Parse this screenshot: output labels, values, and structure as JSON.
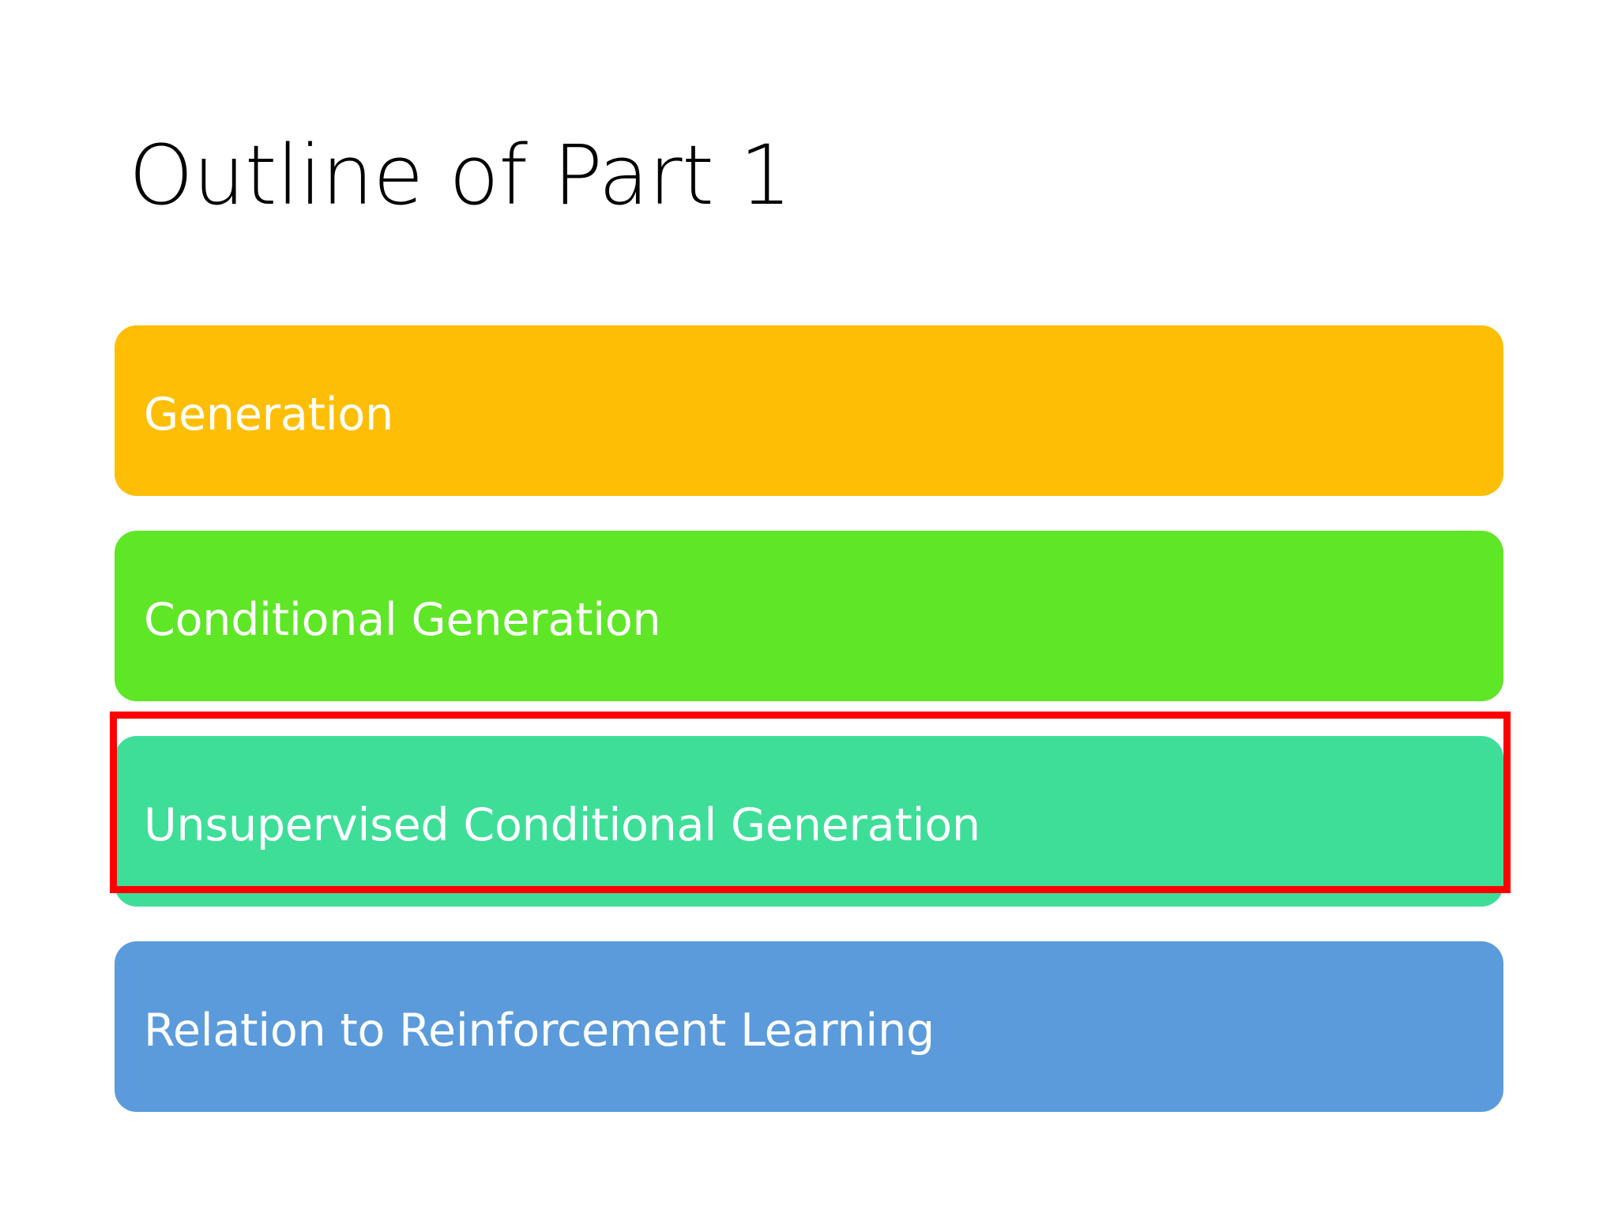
{
  "slide": {
    "title": "Outline of Part 1",
    "background_color": "#ffffff",
    "title_color": "#000000",
    "label_color": "#ffffff"
  },
  "outline": {
    "items": [
      {
        "label": "Generation",
        "color": "#ffbe06",
        "highlighted": false
      },
      {
        "label": "Conditional Generation",
        "color": "#5fe627",
        "highlighted": false
      },
      {
        "label": "Unsupervised Conditional Generation",
        "color": "#3ede99",
        "highlighted": true
      },
      {
        "label": "Relation to Reinforcement Learning",
        "color": "#5b9bdb",
        "highlighted": false
      }
    ]
  },
  "annotation": {
    "highlight_color": "#ff0000",
    "highlight_target": "Unsupervised Conditional Generation"
  }
}
